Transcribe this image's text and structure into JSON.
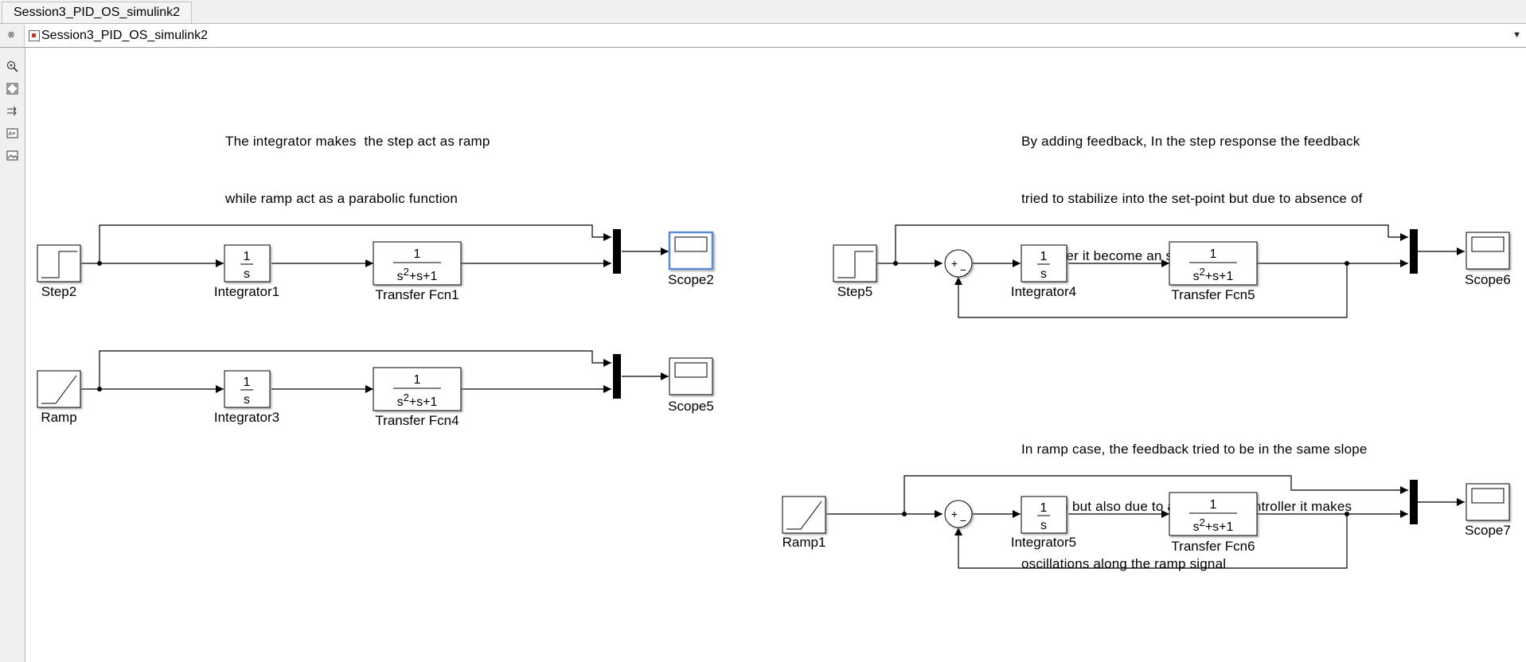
{
  "window": {
    "tab_title": "Session3_PID_OS_simulink2"
  },
  "address_bar": {
    "breadcrumb": "Session3_PID_OS_simulink2",
    "hide_icon": "hide-explorer-icon",
    "dropdown_icon": "chevron-down-icon"
  },
  "palette": {
    "tools": [
      "zoom-icon",
      "fit-to-view-icon",
      "route-lines-icon",
      "annotation-icon",
      "image-icon"
    ]
  },
  "annotations": {
    "left": [
      "The integrator makes  the step act as ramp",
      "while ramp act as a parabolic function"
    ],
    "right_top": [
      "By adding feedback, In the step response the feedback",
      "tried to stabilize into the set-point but due to absence of",
      "controller it become an stable"
    ],
    "right_bottom": [
      "In ramp case, the feedback tried to be in the same slope",
      "of ramp but also due to absence of controller it makes",
      "oscillations along the ramp signal"
    ]
  },
  "blocks": {
    "step2": "Step2",
    "integrator1": "Integrator1",
    "transfer_fcn1": "Transfer Fcn1",
    "scope2": "Scope2",
    "ramp": "Ramp",
    "integrator3": "Integrator3",
    "transfer_fcn4": "Transfer Fcn4",
    "scope5": "Scope5",
    "step5": "Step5",
    "integrator4": "Integrator4",
    "transfer_fcn5": "Transfer Fcn5",
    "scope6": "Scope6",
    "ramp1": "Ramp1",
    "integrator5": "Integrator5",
    "transfer_fcn6": "Transfer Fcn6",
    "scope7": "Scope7"
  },
  "block_text": {
    "integrator_num": "1",
    "integrator_den": "s",
    "tf_num": "1",
    "tf_den_s": "s",
    "tf_den_exp": "2",
    "tf_den_rest": "+s+1",
    "sum_plus": "+",
    "sum_minus": "−"
  },
  "colors": {
    "selection": "#5b8ed6",
    "mux": "#000000",
    "line": "#000000"
  }
}
